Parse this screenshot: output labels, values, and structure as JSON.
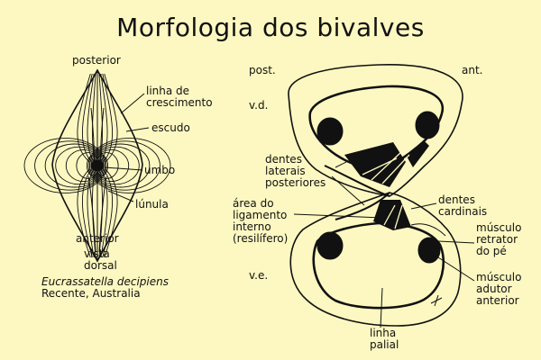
{
  "title": "Morfologia dos bivalves",
  "colors": {
    "background": "#fdf8c1",
    "ink": "#111111"
  },
  "left_figure": {
    "posterior": "posterior",
    "growth_lines": "linha de\ncrescimento",
    "shield": "escudo",
    "umbo": "umbo",
    "lunule": "lúnula",
    "anterior": "anterior",
    "view": "vista\ndorsal",
    "species": "Eucrassatella decipiens",
    "age_locality": "Recente, Australia"
  },
  "right_figure": {
    "post": "post.",
    "ant": "ant.",
    "right_valve": "v.d.",
    "left_valve": "v.e.",
    "posterior_lateral_teeth": "dentes\nlaterais\nposteriores",
    "ligament_area": "área do\nligamento\ninterno\n(resilífero)",
    "cardinal_teeth": "dentes\ncardinais",
    "foot_retractor": "músculo\nretrator\ndo pé",
    "anterior_adductor": "músculo\nadutor\nanterior",
    "pallial_line": "linha\npalial"
  }
}
